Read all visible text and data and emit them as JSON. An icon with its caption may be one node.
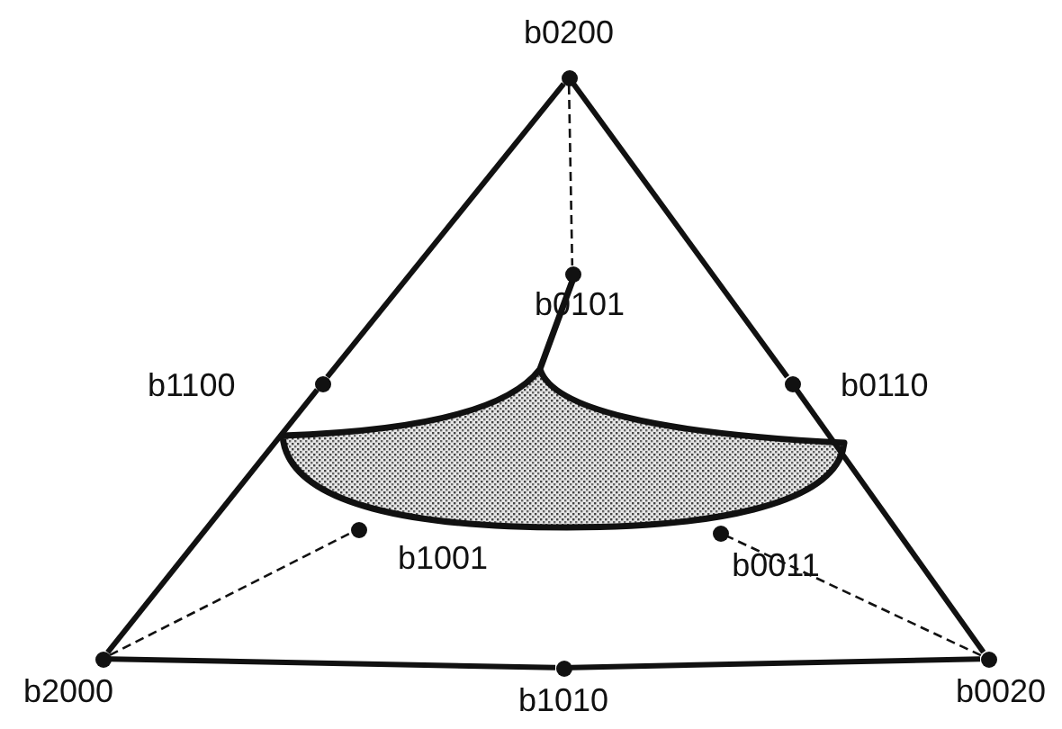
{
  "diagram": {
    "nodes": [
      {
        "text": [],
        "shape": "circle",
        "beside": [
          "b0200"
        ]
      },
      {
        "text": [],
        "shape": "circle",
        "beside": [
          "b1100"
        ]
      },
      {
        "text": [],
        "shape": "circle",
        "beside": [
          "b0110"
        ]
      },
      {
        "text": [],
        "shape": "circle",
        "beside": [
          "b0101"
        ]
      },
      {
        "text": [],
        "shape": "circle",
        "beside": [
          "b1001"
        ]
      },
      {
        "text": [],
        "shape": "circle",
        "beside": [
          "b0011"
        ]
      },
      {
        "text": [],
        "shape": "circle",
        "beside": [
          "b2000"
        ]
      },
      {
        "text": [],
        "shape": "circle",
        "beside": [
          "b1010"
        ]
      },
      {
        "text": [],
        "shape": "circle",
        "beside": [
          "b0020"
        ]
      }
    ],
    "edges": [
      {
        "from": 6,
        "to": 1,
        "arrow": "none"
      },
      {
        "from": 1,
        "to": 0,
        "arrow": "none"
      },
      {
        "from": 0,
        "to": 2,
        "arrow": "none"
      },
      {
        "from": 2,
        "to": 8,
        "arrow": "none"
      },
      {
        "from": 8,
        "to": 7,
        "arrow": "none"
      },
      {
        "from": 7,
        "to": 6,
        "arrow": "none"
      },
      {
        "from": 0,
        "to": 3,
        "arrow": "none",
        "style": "dashed"
      },
      {
        "from": 6,
        "to": 4,
        "arrow": "none",
        "style": "dashed"
      },
      {
        "from": 8,
        "to": 5,
        "arrow": "none",
        "style": "dashed"
      }
    ]
  }
}
